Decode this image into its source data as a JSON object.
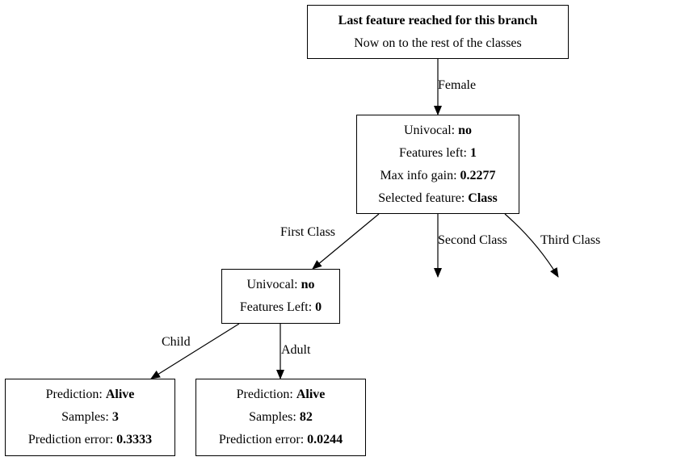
{
  "nodes": {
    "root": {
      "title": "Last feature reached for this branch",
      "subtitle": "Now on to the rest of the classes"
    },
    "female_split": {
      "univocal_label": "Univocal: ",
      "univocal_value": "no",
      "features_label": "Features left: ",
      "features_value": "1",
      "gain_label": "Max info gain: ",
      "gain_value": "0.2277",
      "selected_label": "Selected feature: ",
      "selected_value": "Class"
    },
    "first_class_split": {
      "univocal_label": "Univocal: ",
      "univocal_value": "no",
      "features_label": "Features Left: ",
      "features_value": "0"
    },
    "child_leaf": {
      "prediction_label": "Prediction: ",
      "prediction_value": "Alive",
      "samples_label": "Samples: ",
      "samples_value": "3",
      "error_label": "Prediction error: ",
      "error_value": "0.3333"
    },
    "adult_leaf": {
      "prediction_label": "Prediction: ",
      "prediction_value": "Alive",
      "samples_label": "Samples: ",
      "samples_value": "82",
      "error_label": "Prediction error: ",
      "error_value": "0.0244"
    }
  },
  "edges": {
    "female": "Female",
    "first_class": "First Class",
    "second_class": "Second Class",
    "third_class": "Third Class",
    "child": "Child",
    "adult": "Adult"
  }
}
